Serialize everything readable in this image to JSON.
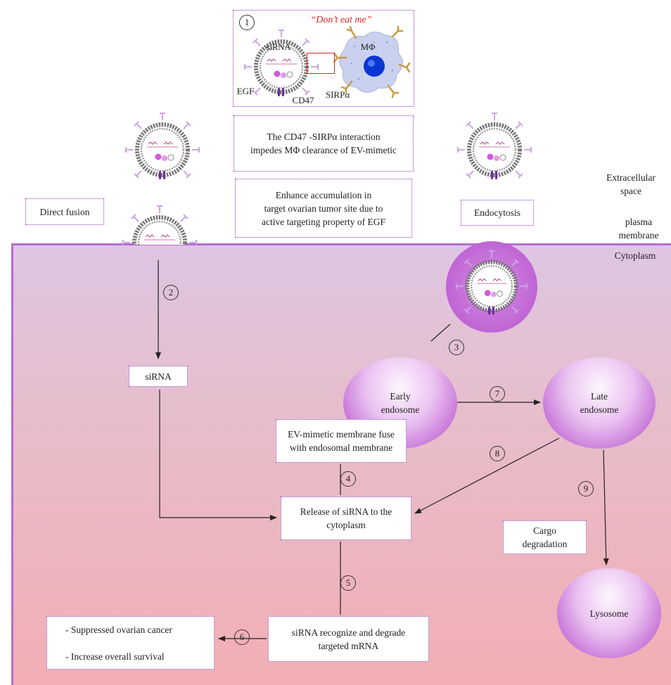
{
  "labels": {
    "dont_eat_me": "“Don’t eat me”",
    "sirna_in_vesicle": "siRNA",
    "macrophage": "MΦ",
    "egf": "EGF",
    "cd47": "CD47",
    "sirpa": "SIRPα",
    "extracellular": "Extracellular\nspace",
    "plasma_membrane": "plasma\nmembrane",
    "cytoplasm": "Cytoplasm"
  },
  "boxes": {
    "cd47_interaction": "The CD47 -SIRPα interaction\nimpedes MΦ clearance of EV-mimetic",
    "enhance_accumulation": "Enhance accumulation in\ntarget ovarian tumor site due to\nactive targeting property of EGF",
    "direct_fusion": "Direct fusion",
    "endocytosis": "Endocytosis",
    "sirna": "siRNA",
    "membrane_fuse": "EV-mimetic membrane fuse\nwith endosomal membrane",
    "release": "Release of siRNA to the\ncytoplasm",
    "recognize": "siRNA recognize and degrade\ntargeted mRNA",
    "outcome": "- Suppressed ovarian cancer\n\n- Increase overall survival",
    "cargo": "Cargo\ndegradation"
  },
  "organelles": {
    "early_endosome": "Early\nendosome",
    "late_endosome": "Late\nendosome",
    "lysosome": "Lysosome"
  },
  "steps": [
    "1",
    "2",
    "3",
    "4",
    "5",
    "6",
    "7",
    "8",
    "9"
  ],
  "colors": {
    "box_border": "#8d3bb6",
    "membrane": "#bb6bd0",
    "dont_eat_me": "#e0242b",
    "receptor": "#c99a43"
  },
  "icons": [
    "ev-mimetic-vesicle-icon",
    "macrophage-icon"
  ]
}
